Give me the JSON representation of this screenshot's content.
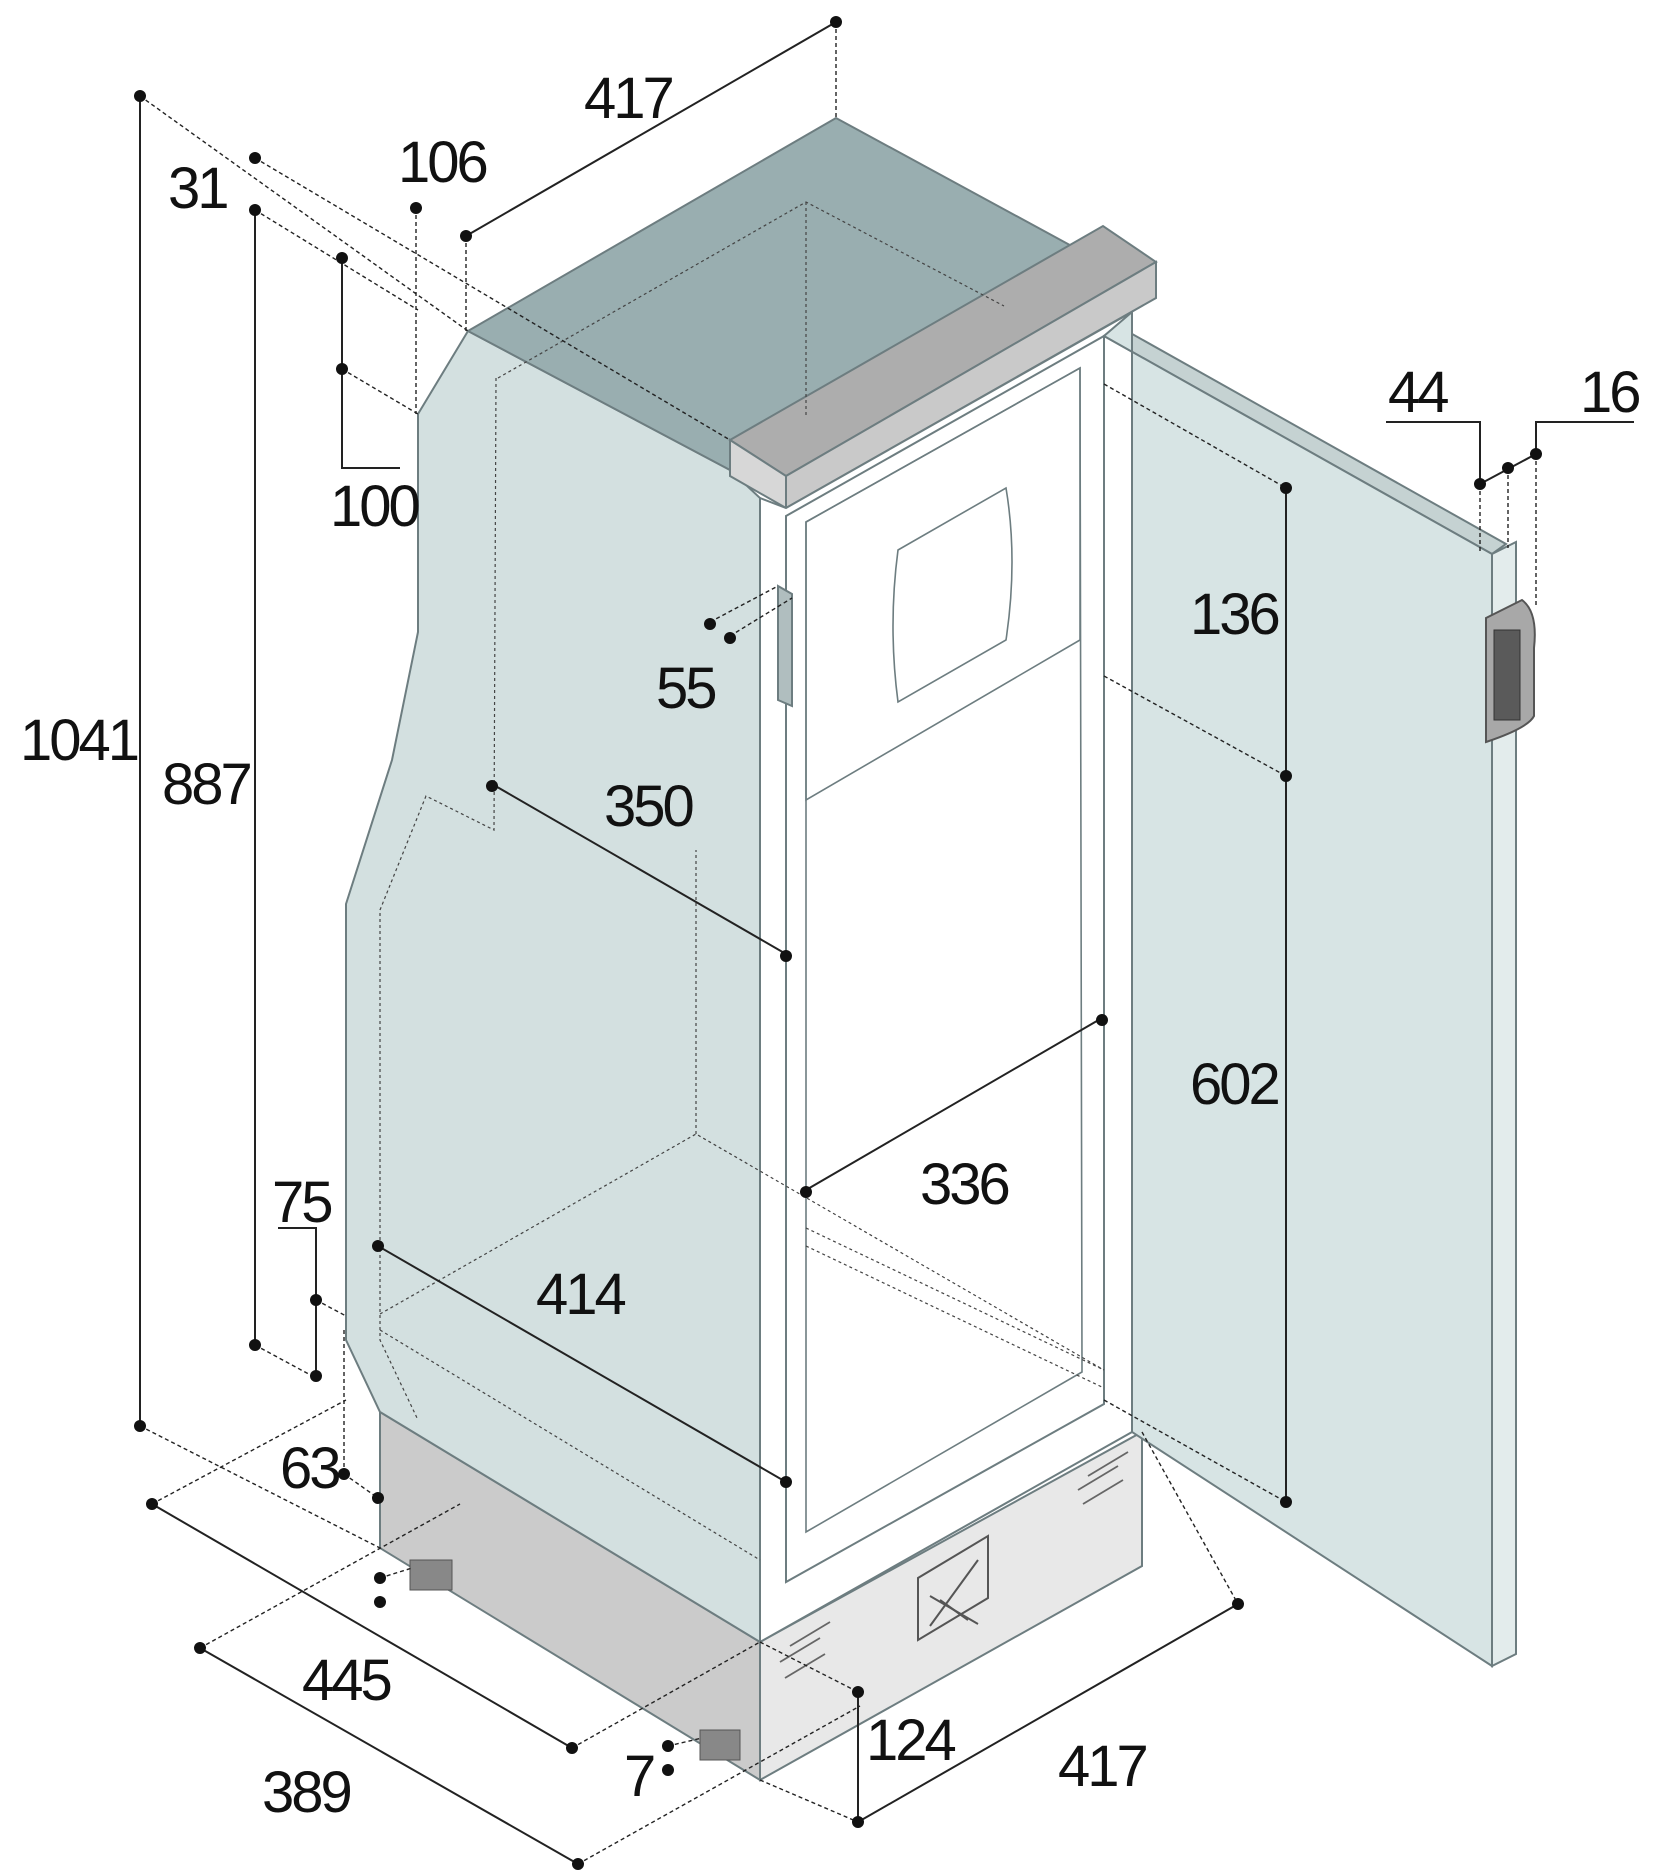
{
  "colors": {
    "top": "#99aeb0",
    "body": "#d3e0e0",
    "lid_rail": "#adadad",
    "lid_front": "#d7d7d7",
    "base_left": "#cbcbcb",
    "base_front": "#e8e8e8",
    "door": "#d7e4e4",
    "ink": "#111111"
  },
  "dimensions": {
    "d417_top": "417",
    "d106": "106",
    "d31": "31",
    "d100": "100",
    "d1041": "1041",
    "d887": "887",
    "d55": "55",
    "d350": "350",
    "d136": "136",
    "d602": "602",
    "d336": "336",
    "d44": "44",
    "d16": "16",
    "d75": "75",
    "d414": "414",
    "d63": "63",
    "d445": "445",
    "d389": "389",
    "d7": "7",
    "d124": "124",
    "d417_bottom": "417"
  }
}
